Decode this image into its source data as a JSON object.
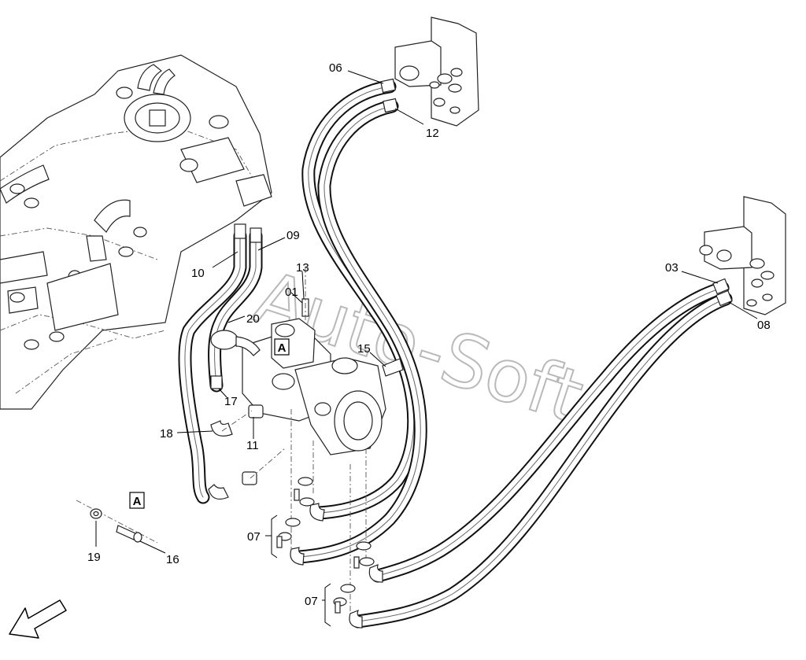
{
  "watermark": "Auto-Soft",
  "detail_box": "A",
  "callouts": [
    "06",
    "12",
    "09",
    "10",
    "13",
    "01",
    "20",
    "15",
    "17",
    "18",
    "11",
    "03",
    "08",
    "07",
    "07",
    "19",
    "16"
  ],
  "colors": {
    "line": "#000000",
    "watermark": "#b9b9b9",
    "background": "#ffffff"
  },
  "icons": [
    "direction-arrow-icon"
  ]
}
